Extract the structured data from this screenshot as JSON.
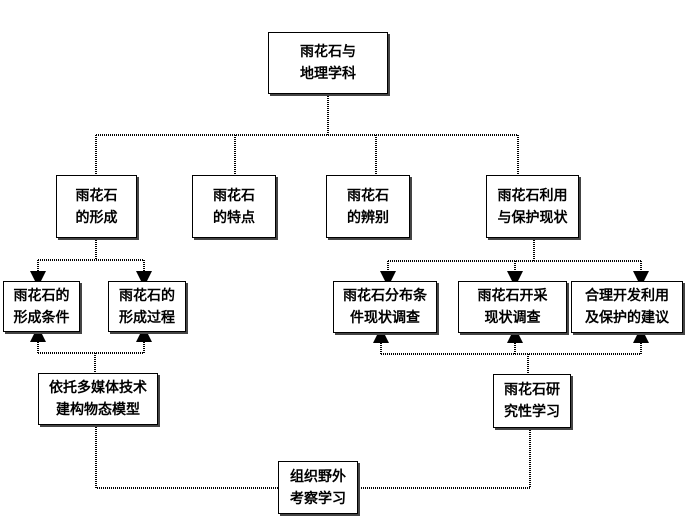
{
  "nodes": {
    "root": [
      "雨花石与",
      "地理学科"
    ],
    "formation": [
      "雨花石",
      "的形成"
    ],
    "features": [
      "雨花石",
      "的特点"
    ],
    "identify": [
      "雨花石",
      "的辨别"
    ],
    "status": [
      "雨花石利用",
      "与保护现状"
    ],
    "conditions": [
      "雨花石的",
      "形成条件"
    ],
    "process": [
      "雨花石的",
      "形成过程"
    ],
    "distribution": [
      "雨花石分布条",
      "件现状调查"
    ],
    "mining": [
      "雨花石开采",
      "现状调查"
    ],
    "advice": [
      "合理开发利用",
      "及保护的建议"
    ],
    "multimedia": [
      "依托多媒体技术",
      "建构物态模型"
    ],
    "research": [
      "雨花石研",
      "究性学习"
    ],
    "fieldtrip": [
      "组织野外",
      "考察学习"
    ]
  }
}
